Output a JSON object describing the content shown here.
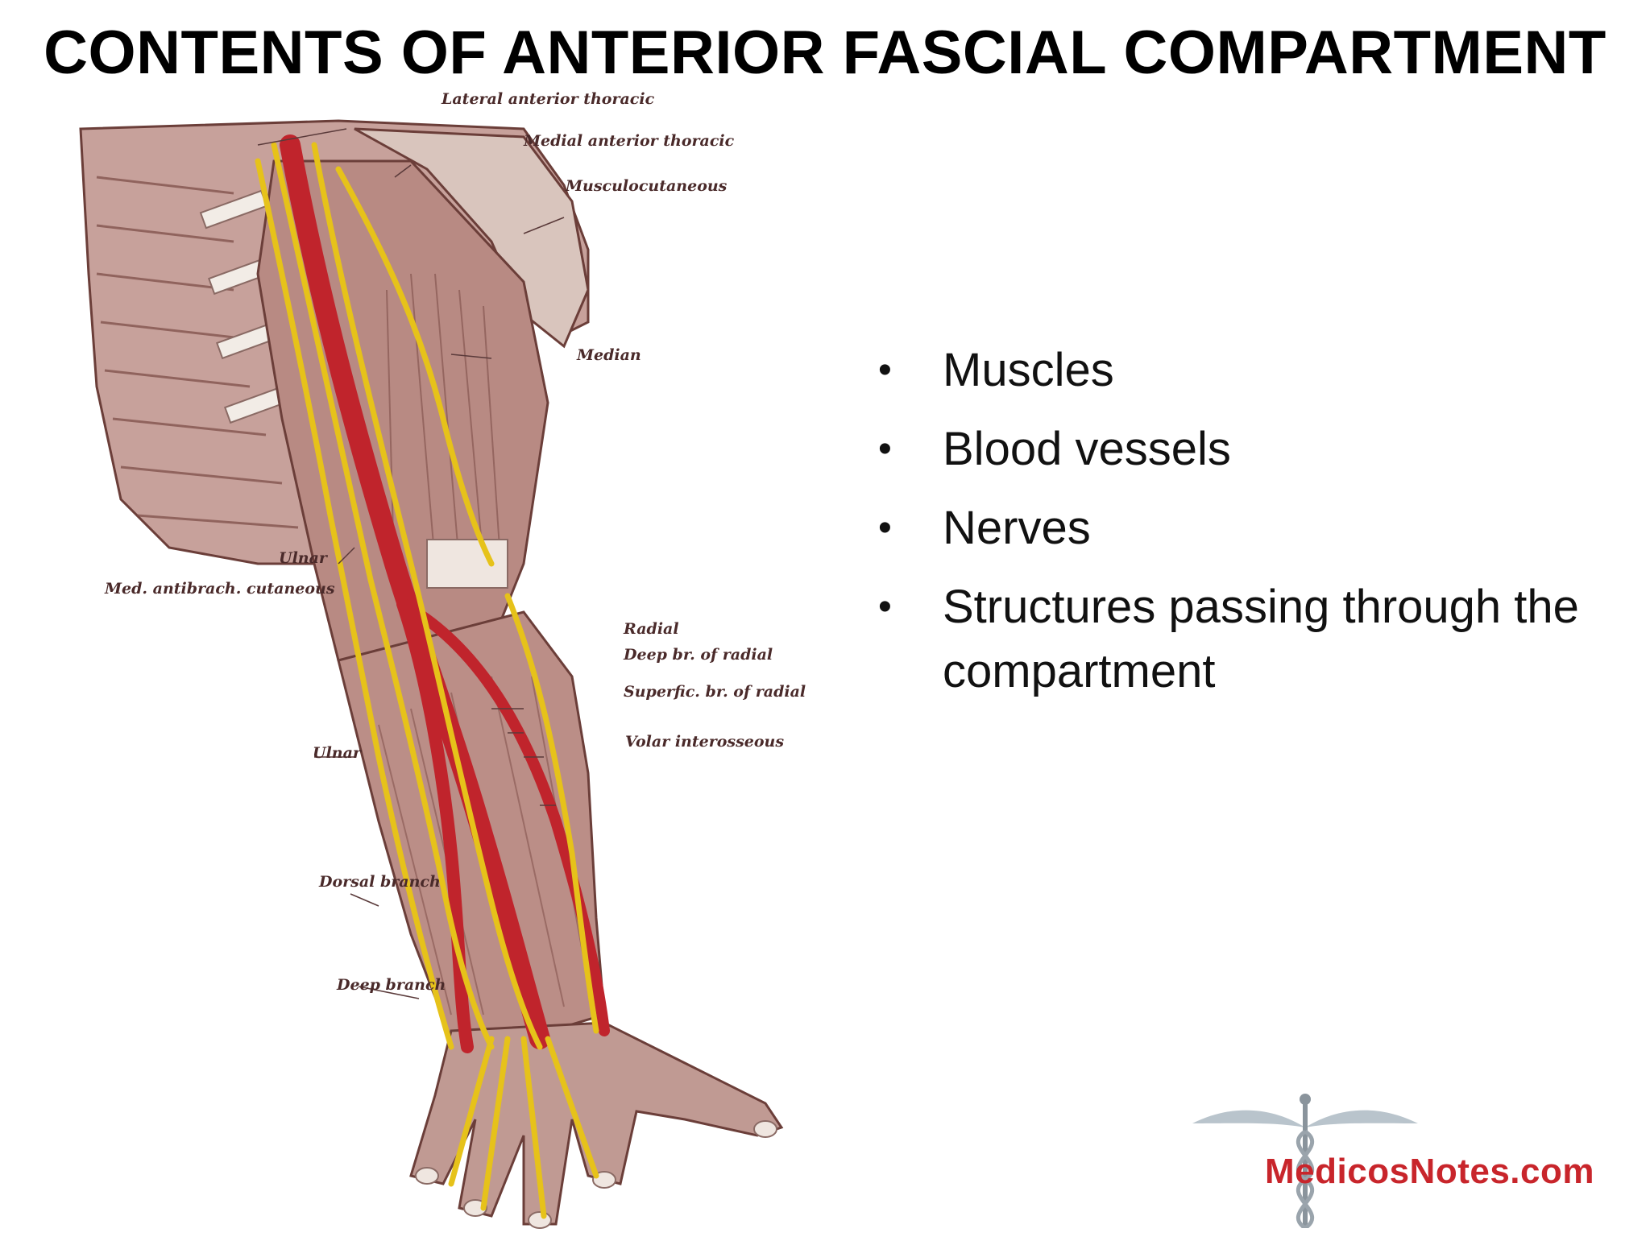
{
  "slide": {
    "title": "CONTENTS OF ANTERIOR FASCIAL COMPARTMENT"
  },
  "bullets": [
    "Muscles",
    "Blood vessels",
    "Nerves",
    "Structures passing through the compartment"
  ],
  "figure_labels": {
    "lateral_anterior_thoracic": "Lateral anterior thoracic",
    "medial_anterior_thoracic": "Medial anterior thoracic",
    "musculocutaneous": "Musculocutaneous",
    "median": "Median",
    "ulnar_upper": "Ulnar",
    "med_antibrach_cutaneous": "Med. antibrach. cutaneous",
    "radial": "Radial",
    "deep_br_radial": "Deep br. of radial",
    "superfic_br_radial": "Superfic. br. of radial",
    "volar_interosseous": "Volar interosseous",
    "ulnar_lower": "Ulnar",
    "dorsal_branch": "Dorsal branch",
    "deep_branch": "Deep branch"
  },
  "logo": {
    "text": "MedicosNotes.com"
  },
  "colors": {
    "artery": "#c0242c",
    "nerve": "#e6c21a",
    "muscle": "#b48a84",
    "muscle_dark": "#7a4a44",
    "logo_red": "#c8252b"
  }
}
